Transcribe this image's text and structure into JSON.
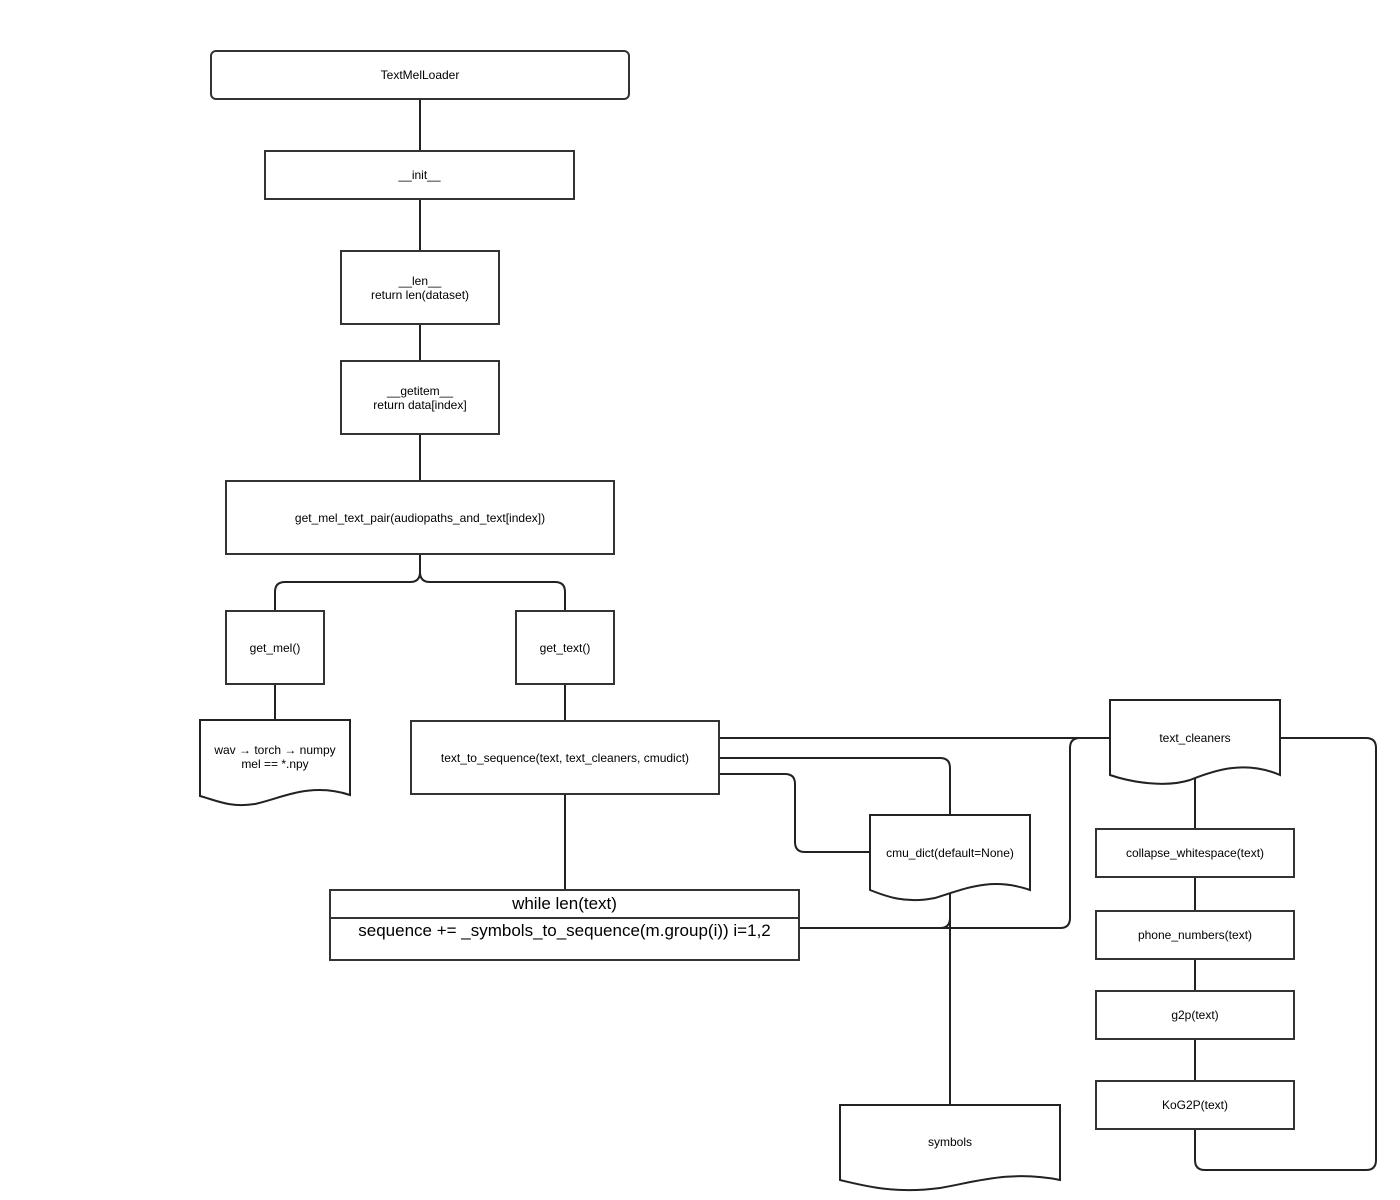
{
  "nodes": {
    "loader": "TextMelLoader",
    "init": "__init__",
    "len": {
      "line1": "__len__",
      "line2": "return len(dataset)"
    },
    "getitem": {
      "line1": "__getitem__",
      "line2": "return data[index]"
    },
    "pair": "get_mel_text_pair(audiopaths_and_text[index])",
    "get_mel": "get_mel()",
    "get_text": "get_text()",
    "mel_doc": {
      "line1": "wav → torch → numpy",
      "line2": "mel == *.npy"
    },
    "t2s": "text_to_sequence(text, text_cleaners, cmudict)",
    "while_loop": {
      "header": "while len(text)",
      "body": "sequence += _symbols_to_sequence(m.group(i)) i=1,2"
    },
    "cmu_dict": "cmu_dict(default=None)",
    "symbols": "symbols",
    "text_cleaners": "text_cleaners",
    "collapse": "collapse_whitespace(text)",
    "phone": "phone_numbers(text)",
    "g2p": "g2p(text)",
    "kog2p": "KoG2P(text)"
  }
}
